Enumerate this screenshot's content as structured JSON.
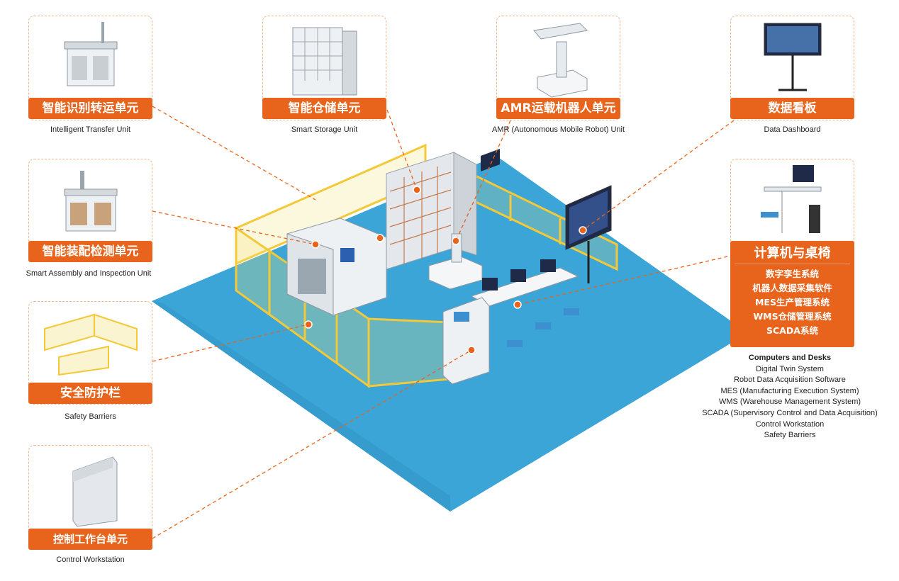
{
  "units": {
    "transfer": {
      "zh": "智能识别转运单元",
      "en": "Intelligent Transfer Unit"
    },
    "storage": {
      "zh": "智能仓储单元",
      "en": "Smart Storage Unit"
    },
    "amr": {
      "zh": "AMR运载机器人单元",
      "en": "AMR (Autonomous Mobile Robot) Unit"
    },
    "dashboard": {
      "zh": "数据看板",
      "en": "Data Dashboard"
    },
    "assembly": {
      "zh": "智能装配检测单元",
      "en": "Smart Assembly and Inspection Unit"
    },
    "barrier": {
      "zh": "安全防护栏",
      "en": "Safety Barriers"
    },
    "control": {
      "zh": "控制工作台单元",
      "en": "Control Workstation"
    },
    "computers": {
      "zh": "计算机与桌椅",
      "zh_list": [
        "数字孪生系统",
        "机器人数据采集软件",
        "MES生产管理系统",
        "WMS仓储管理系统",
        "SCADA系统"
      ],
      "en": "Computers and Desks",
      "en_list": [
        "Digital Twin System",
        "Robot Data Acquisition Software",
        "MES (Manufacturing Execution System)",
        "WMS (Warehouse Management System)",
        "SCADA (Supervisory Control and Data Acquisition)",
        "Control Workstation",
        "Safety Barriers"
      ]
    }
  },
  "colors": {
    "accent": "#e8641c",
    "card_border": "#f2b38a",
    "floor": "#3aa5d6",
    "fence": "#f3c93a",
    "machine": "#eef1f4"
  }
}
